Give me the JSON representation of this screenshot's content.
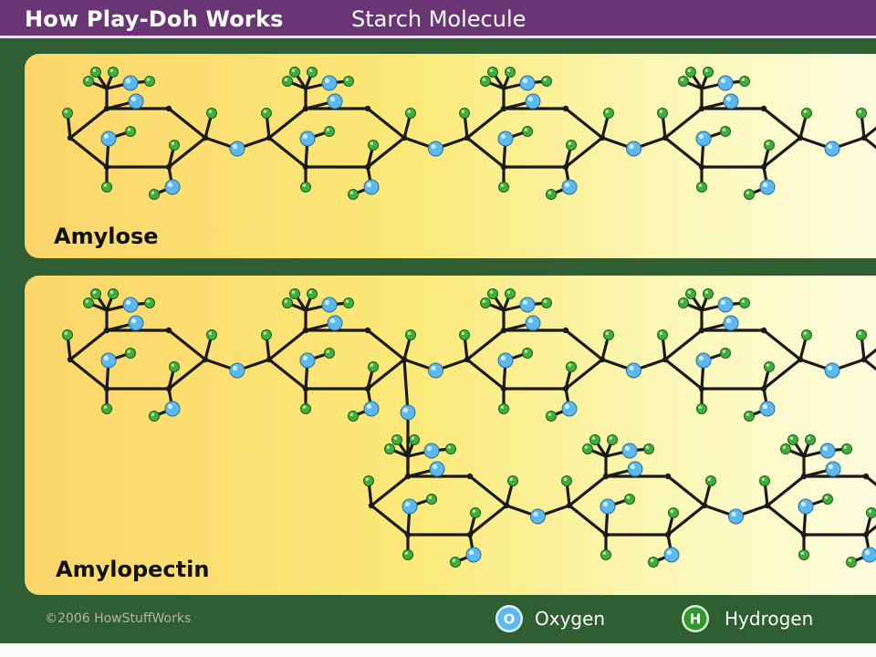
{
  "header": {
    "title_bold": "How Play-Doh Works",
    "title_light": "Starch Molecule"
  },
  "panels": [
    {
      "label": "Amylose"
    },
    {
      "label": "Amylopectin"
    }
  ],
  "footer": {
    "copyright": "©2006 HowStuffWorks"
  },
  "legend": [
    {
      "letter": "O",
      "label": "Oxygen",
      "color": "#5bb9ef"
    },
    {
      "letter": "H",
      "label": "Hydrogen",
      "color": "#2f9a2c"
    }
  ],
  "colors": {
    "header_bg": "#6a3574",
    "frame_bg": "#2f5e33",
    "bond": "#1a1a1a",
    "oxygen": "#5bb9ef",
    "hydrogen": "#3fae3b",
    "carbon": "#1a1a1a"
  }
}
